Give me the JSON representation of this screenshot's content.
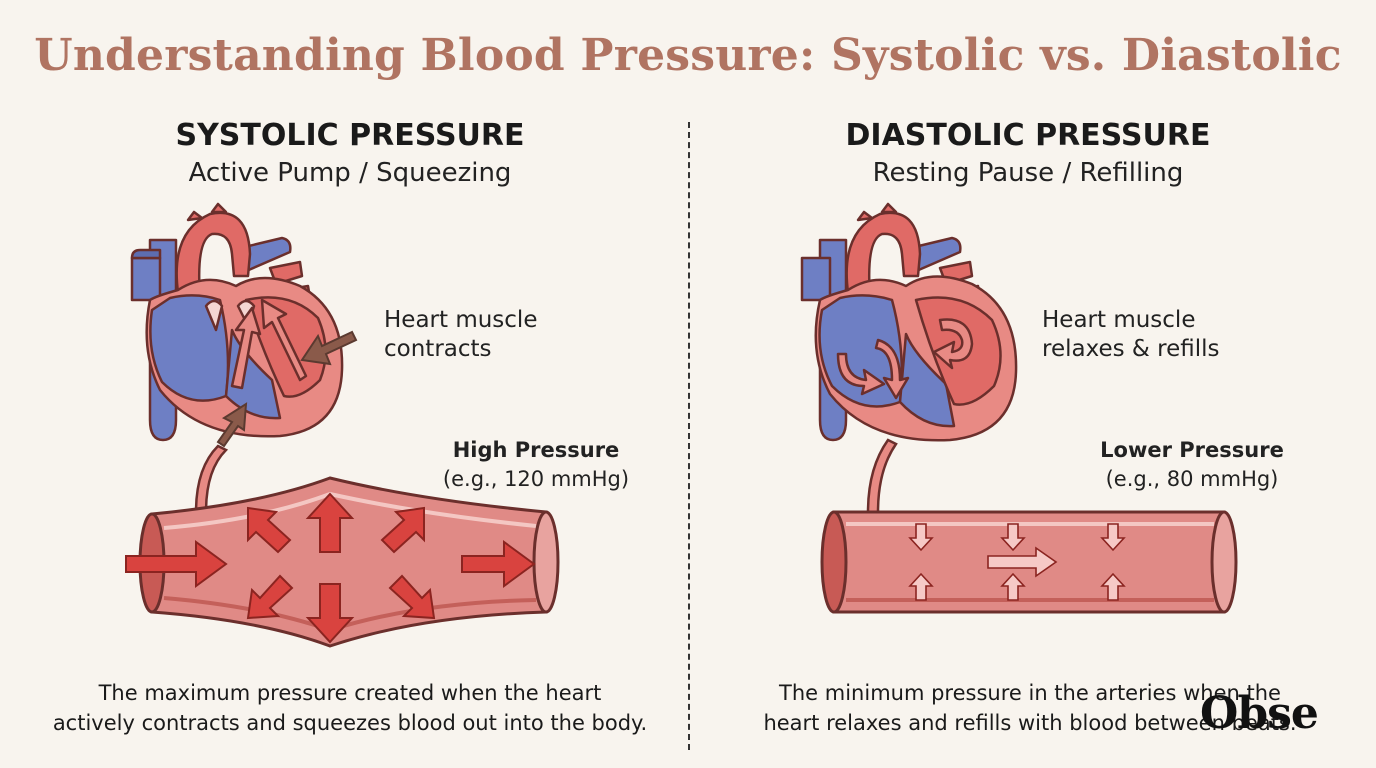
{
  "title": "Understanding Blood Pressure: Systolic vs. Diastolic",
  "systolic": {
    "heading": "SYSTOLIC PRESSURE",
    "subheading": "Active Pump / Squeezing",
    "muscle_label_line1": "Heart muscle",
    "muscle_label_line2": "contracts",
    "pressure_name": "High Pressure",
    "pressure_value": "(e.g., 120 mmHg)",
    "caption_line1": "The maximum pressure created when the heart",
    "caption_line2": "actively contracts and squeezes blood out into the body."
  },
  "diastolic": {
    "heading": "DIASTOLIC PRESSURE",
    "subheading": "Resting Pause / Refilling",
    "muscle_label_line1": "Heart muscle",
    "muscle_label_line2": "relaxes & refills",
    "pressure_name": "Lower Pressure",
    "pressure_value": "(e.g., 80 mmHg)",
    "caption_line1": "The minimum pressure in the arteries when the",
    "caption_line2": "heart relaxes and refills with blood between beats."
  },
  "logo": "Obse",
  "colors": {
    "title": "#b07462",
    "artery_fill": "#e08a86",
    "artery_outline": "#7a3a36",
    "arrow_red": "#d9433f",
    "arrow_brown": "#8a5a4a",
    "vein_blue": "#6e7fc4",
    "heart_red": "#e06a66",
    "background": "#f8f4ee"
  },
  "icons": [
    "heart-illustration",
    "artery-illustration",
    "pressure-arrow-icon"
  ]
}
